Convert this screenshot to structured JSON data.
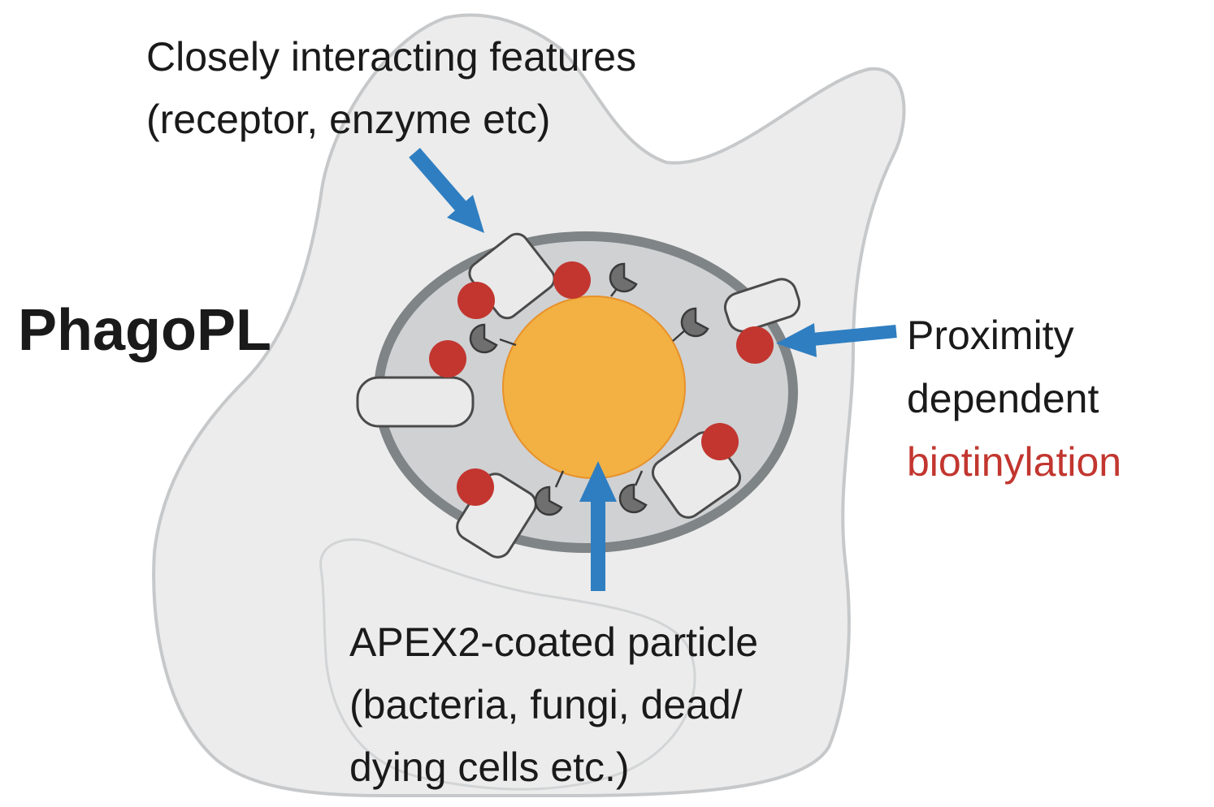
{
  "title": "PhagoPL",
  "labels": {
    "features": [
      "Closely interacting features",
      "(receptor, enzyme etc)"
    ],
    "proximity": [
      "Proximity",
      "dependent"
    ],
    "biotinylation": "biotinylation",
    "particle": [
      "APEX2-coated particle",
      "(bacteria, fungi, dead/",
      "dying cells etc.)"
    ]
  },
  "colors": {
    "cell_fill": "#ececec",
    "cell_stroke": "#c6c8ca",
    "phagosome_fill": "#cfd1d3",
    "phagosome_stroke": "#7f8486",
    "particle_fill": "#f2b142",
    "particle_stroke": "#e8912a",
    "biotin": "#c2362f",
    "receptor_fill": "#eaeaea",
    "receptor_stroke": "#4a4a4a",
    "enzyme": "#6f6f6f",
    "arrow": "#2f7ec1",
    "text": "#1a1a1a",
    "highlight_text": "#c2362f"
  }
}
